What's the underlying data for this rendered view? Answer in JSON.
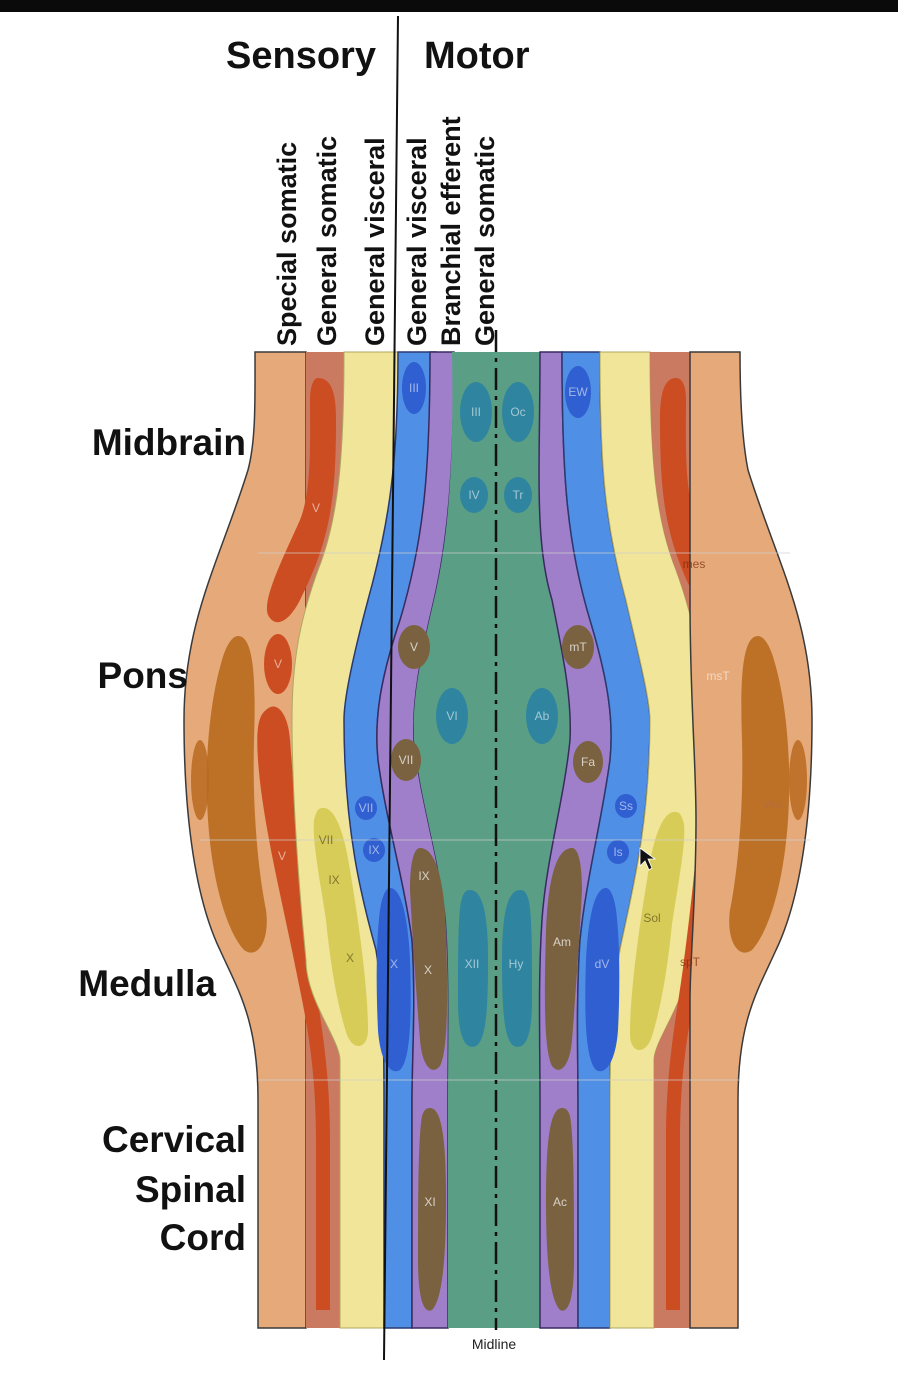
{
  "headers": {
    "sensory": "Sensory",
    "motor": "Motor"
  },
  "columns": [
    "Special somatic",
    "General somatic",
    "General visceral",
    "General visceral",
    "Branchial efferent",
    "General somatic"
  ],
  "regions": {
    "midbrain": "Midbrain",
    "pons": "Pons",
    "medulla": "Medulla",
    "cervical1": "Cervical",
    "cervical2": "Spinal",
    "cervical3": "Cord"
  },
  "nuclei": {
    "left": [
      "III",
      "III",
      "IV",
      "V",
      "VI",
      "VII",
      "IX",
      "X",
      "XI",
      "XII",
      "V",
      "V",
      "V",
      "VII",
      "IX",
      "X",
      "VII",
      "IX",
      "X"
    ],
    "right": [
      "Oc",
      "Tr",
      "mT",
      "Ab",
      "Fa",
      "Hy",
      "Am",
      "Ac",
      "EW",
      "Ss",
      "Is",
      "dV",
      "Sol",
      "mes",
      "msT",
      "spT",
      "Ves"
    ]
  },
  "midline": "Midline",
  "colors": {
    "orange": "#e6a97a",
    "red_outer": "#c97a60",
    "red_inner": "#cc4d22",
    "yellow": "#f0e598",
    "blue": "#4f8fe6",
    "purple": "#9f7fc9",
    "green": "#5a9e86",
    "nucleus_brown": "#7a6240",
    "nucleus_teal": "#2f84a0",
    "nucleus_blue": "#2f5fd0"
  }
}
